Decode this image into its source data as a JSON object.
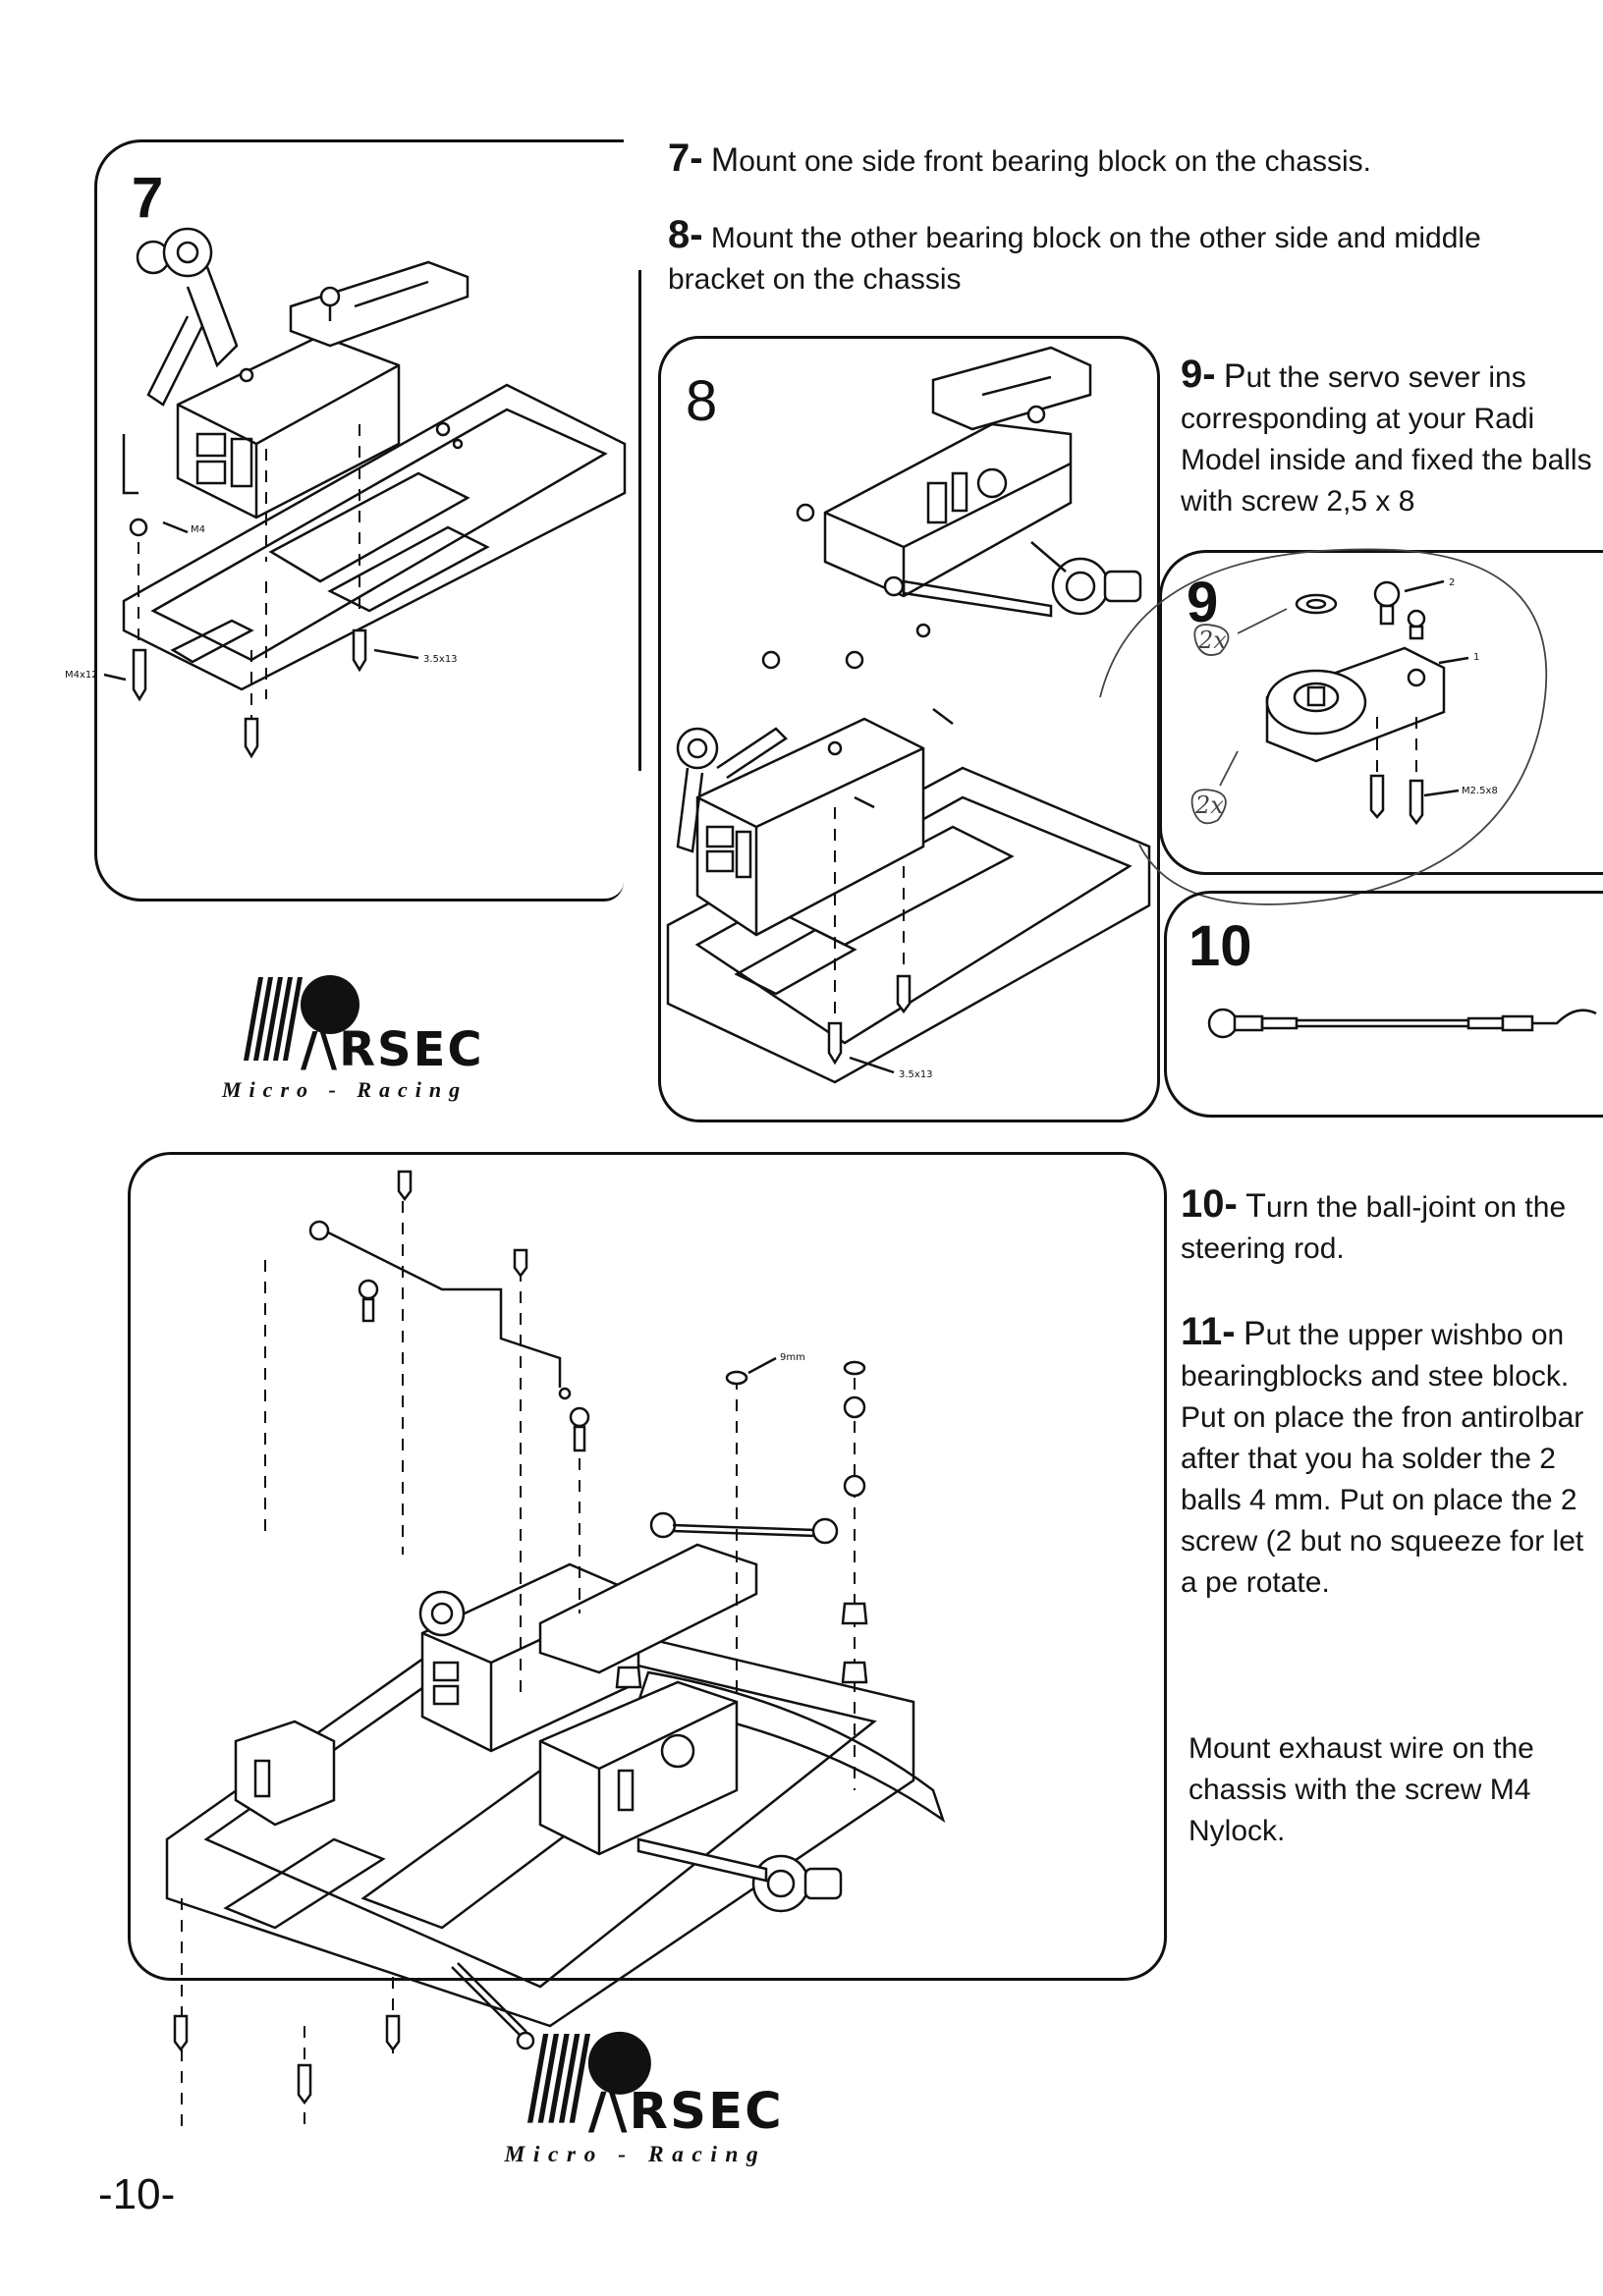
{
  "figures": {
    "fig7": {
      "number": "7",
      "screw_label_a": "3.5x13",
      "screw_label_b": "M4x12",
      "screw_label_c": "M4"
    },
    "fig8": {
      "number": "8",
      "screw_label": "3.5x13"
    },
    "fig9": {
      "number": "9",
      "label_1": "1",
      "label_2": "2",
      "screw_label": "M2.5x8",
      "hand_note_a": "2x",
      "hand_note_b": "2x"
    },
    "fig10": {
      "number": "10"
    },
    "fig11": {
      "washer_label": "9mm"
    }
  },
  "steps": {
    "s7": {
      "num": "7-",
      "lead": "M",
      "text": "ount one side front bearing block on the chassis."
    },
    "s8": {
      "num": "8-",
      "text": "Mount the other bearing block on the other side and middle bracket on the chassis"
    },
    "s9": {
      "num": "9-",
      "lead": "P",
      "text": "ut the servo sever ins corresponding at your Radi Model inside and fixed the balls with screw 2,5 x 8"
    },
    "s10": {
      "num": "10-",
      "lead": "T",
      "text": "urn the ball-joint on the steering rod."
    },
    "s11": {
      "num": "11-",
      "lead": "P",
      "text": "ut the upper wishbo on bearingblocks and stee block. Put on place the fron antirolbar after that you ha solder the 2 balls 4 mm. Put on place the 2 screw (2 but no squeeze for let a pe rotate."
    },
    "exhaust": {
      "text": "Mount exhaust wire on the chassis with the screw M4 Nylock."
    }
  },
  "logos": {
    "brand": "/\\RSEC",
    "tagline": "Micro - Racing"
  },
  "page_number": "-10-"
}
